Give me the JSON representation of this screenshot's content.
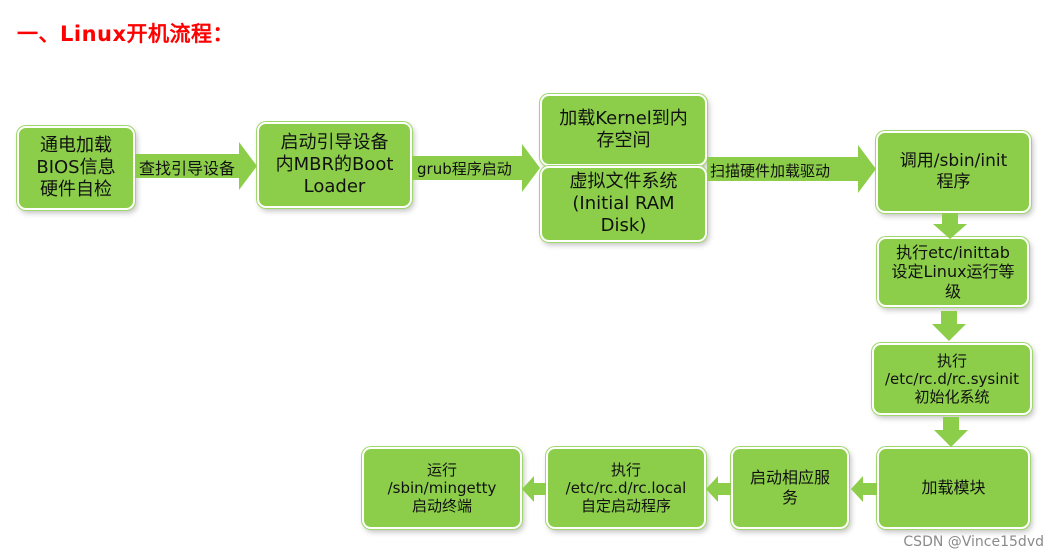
{
  "title": "一、Linux开机流程：",
  "nodes": {
    "power_on": "通电加载\nBIOS信息\n硬件自检",
    "boot_loader": "启动引导设备\n内MBR的Boot\nLoader",
    "kernel_load": "加载Kernel到内\n存空间",
    "initrd": "虚拟文件系统\n(Initial RAM\nDisk)",
    "sbin_init": "调用/sbin/init\n程序",
    "inittab": "执行etc/inittab\n设定Linux运行等\n级",
    "sysinit": "执行\n/etc/rc.d/rc.sysinit\n初始化系统",
    "load_modules": "加载模块",
    "start_services": "启动相应服\n务",
    "rc_local": "执行\n/etc/rc.d/rc.local\n自定启动程序",
    "mingetty": "运行\n/sbin/mingetty\n启动终端"
  },
  "edges": {
    "find_boot": "查找引导设备",
    "grub_start": "grub程序启动",
    "scan_hw": "扫描硬件加载驱动"
  },
  "colors": {
    "box_fill": "#8cce4a",
    "arrow_fill": "#8cce4a",
    "title": "#ff0000"
  },
  "watermark": "CSDN @Vince15dvd"
}
